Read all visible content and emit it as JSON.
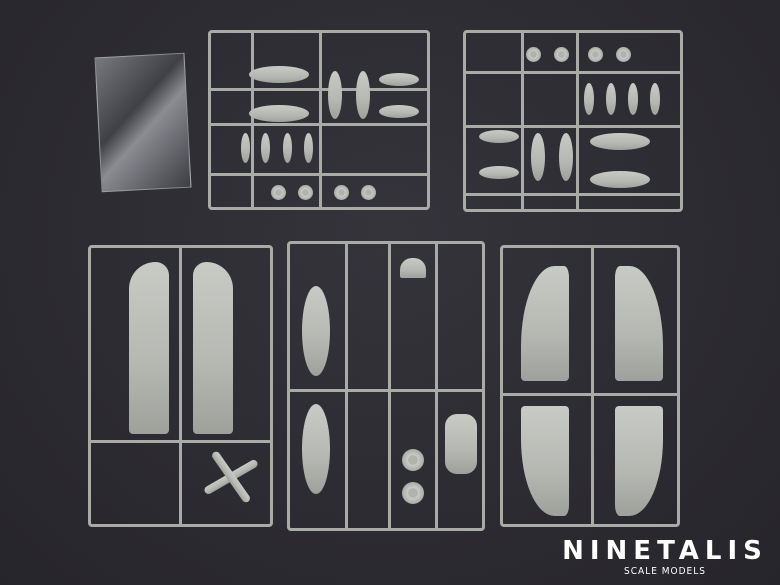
{
  "photo": {
    "subject": "Plastic scale model kit sprues on dark background",
    "background_color": "#2e2d33",
    "plastic_color": "#b5b8b2"
  },
  "items": [
    {
      "name": "clear-parts-bag"
    },
    {
      "name": "sprue-weapons-a",
      "contents": [
        "drop tanks",
        "bombs",
        "rockets",
        "wheels"
      ]
    },
    {
      "name": "sprue-weapons-b",
      "contents": [
        "wheels",
        "rockets",
        "bombs",
        "drop tanks"
      ]
    },
    {
      "name": "sprue-fuselage",
      "contents": [
        "fuselage halves",
        "propeller",
        "small parts"
      ]
    },
    {
      "name": "sprue-details",
      "contents": [
        "tailplanes",
        "cockpit parts",
        "engine",
        "cowling"
      ]
    },
    {
      "name": "sprue-wings",
      "contents": [
        "wing halves"
      ]
    }
  ],
  "watermark": {
    "brand": "NINETALIS",
    "tagline": "SCALE MODELS"
  }
}
